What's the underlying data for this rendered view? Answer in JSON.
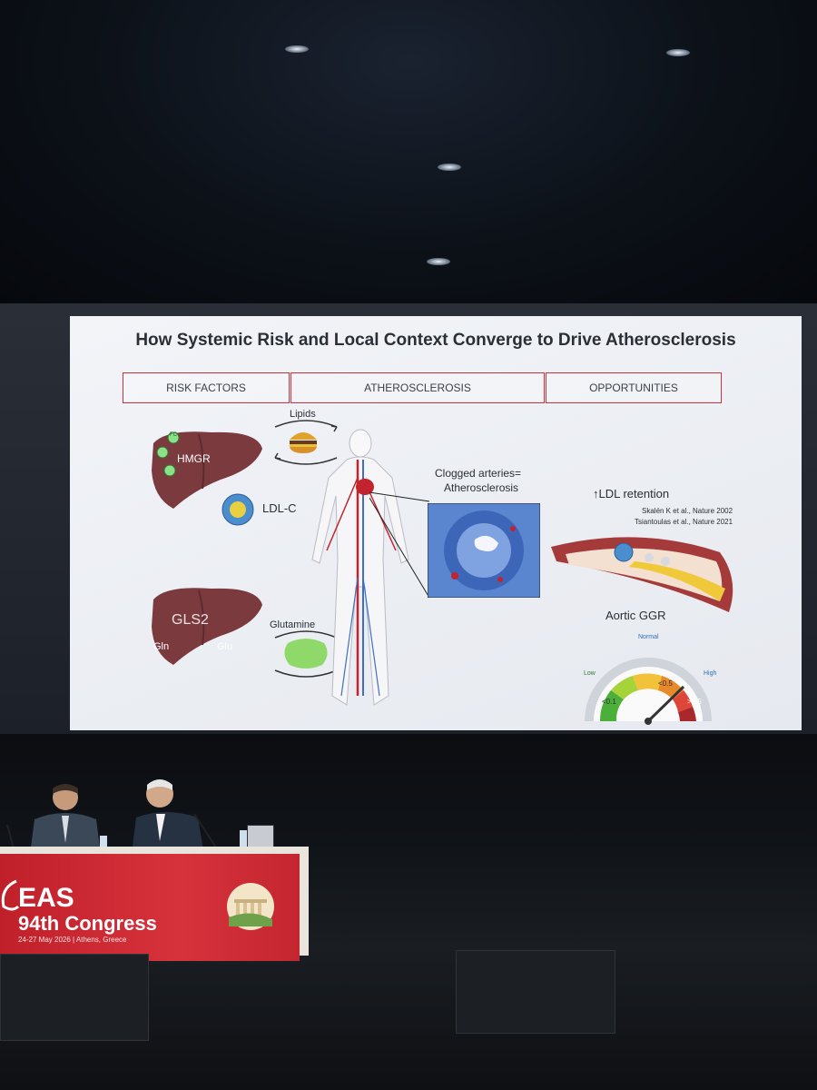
{
  "slide": {
    "title": "How Systemic Risk and Local Context Converge to Drive Atherosclerosis",
    "columns": [
      "RISK FACTORS",
      "ATHEROSCLEROSIS",
      "OPPORTUNITIES"
    ],
    "liver_top": {
      "enzyme": "HMGR",
      "badge": "FC"
    },
    "lipids_label": "Lipids",
    "ldl_label": "LDL-C",
    "liver_bottom": {
      "enzyme": "GLS2",
      "substrate": "Gln",
      "product": "Glu"
    },
    "glutamine_label": "Glutamine",
    "clogged_label_1": "Clogged arteries=",
    "clogged_label_2": "Atherosclerosis",
    "ldl_retention_label": "↑LDL retention",
    "citation_1": "Skalén K et al., Nature 2002",
    "citation_2": "Tsiantoulas et al., Nature 2021",
    "gauge": {
      "title": "Aortic GGR",
      "labels": {
        "low": "Low",
        "normal": "Normal",
        "high": "High"
      },
      "values": [
        "<0.1",
        "<0.5",
        ">0.5"
      ]
    }
  },
  "banner": {
    "org": "EAS",
    "event": "94th Congress",
    "dates": "24-27 May 2026 | Athens, Greece"
  },
  "colors": {
    "accent_red": "#c8323a",
    "liver": "#7a3a3e",
    "artery_blue": "#3e6fc4",
    "plaque_yellow": "#f0c93a"
  }
}
